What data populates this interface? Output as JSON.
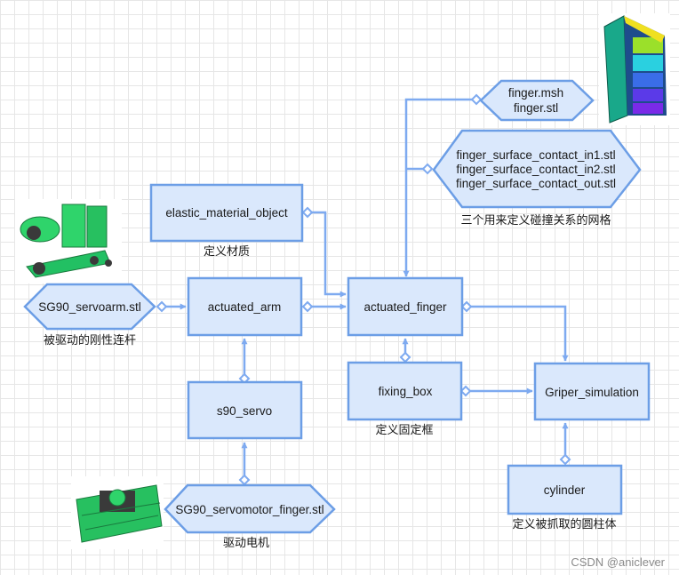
{
  "nodes": {
    "elastic_material_object": "elastic_material_object",
    "actuated_arm": "actuated_arm",
    "actuated_finger": "actuated_finger",
    "s90_servo": "s90_servo",
    "fixing_box": "fixing_box",
    "griper_simulation": "Griper_simulation",
    "cylinder": "cylinder",
    "sg90_servoarm": "SG90_servoarm.stl",
    "sg90_servomotor_finger": "SG90_servomotor_finger.stl",
    "finger_mesh_lines": [
      "finger.msh",
      "finger.stl"
    ],
    "finger_contact_lines": [
      "finger_surface_contact_in1.stl",
      "finger_surface_contact_in2.stl",
      "finger_surface_contact_out.stl"
    ]
  },
  "captions": {
    "material": "定义材质",
    "rigid_link": "被驱动的刚性连杆",
    "fixing_frame": "定义固定框",
    "collision_mesh": "三个用来定义碰撞关系的网格",
    "motor": "驱动电机",
    "grasped_cylinder": "定义被抓取的圆柱体"
  },
  "watermark": "CSDN @aniclever",
  "colors": {
    "node_fill": "#dae8fc",
    "node_stroke": "#6c9ee6",
    "edge": "#7eaaf0",
    "model_green": "#2ecc71",
    "model_teal": "#19a88a"
  }
}
